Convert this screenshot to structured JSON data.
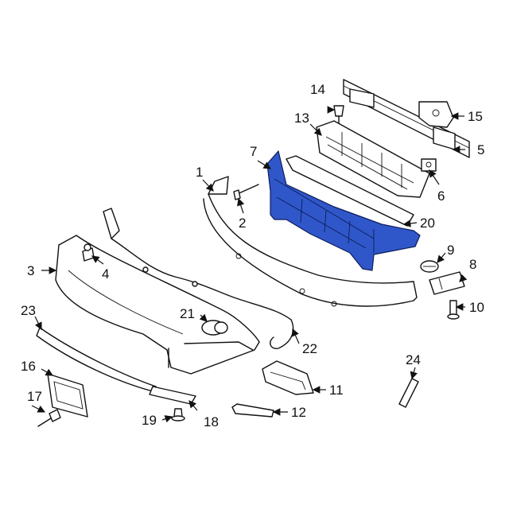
{
  "diagram": {
    "highlight_color": "#2f57c9",
    "callouts": [
      {
        "id": "c1",
        "label": "1"
      },
      {
        "id": "c2",
        "label": "2"
      },
      {
        "id": "c3",
        "label": "3"
      },
      {
        "id": "c4",
        "label": "4"
      },
      {
        "id": "c5",
        "label": "5"
      },
      {
        "id": "c6",
        "label": "6"
      },
      {
        "id": "c7",
        "label": "7"
      },
      {
        "id": "c8",
        "label": "8"
      },
      {
        "id": "c9",
        "label": "9"
      },
      {
        "id": "c10",
        "label": "10"
      },
      {
        "id": "c11",
        "label": "11"
      },
      {
        "id": "c12",
        "label": "12"
      },
      {
        "id": "c13",
        "label": "13"
      },
      {
        "id": "c14",
        "label": "14"
      },
      {
        "id": "c15",
        "label": "15"
      },
      {
        "id": "c16",
        "label": "16"
      },
      {
        "id": "c17",
        "label": "17"
      },
      {
        "id": "c18",
        "label": "18"
      },
      {
        "id": "c19",
        "label": "19"
      },
      {
        "id": "c20",
        "label": "20"
      },
      {
        "id": "c21",
        "label": "21"
      },
      {
        "id": "c22",
        "label": "22"
      },
      {
        "id": "c23",
        "label": "23"
      },
      {
        "id": "c24",
        "label": "24"
      }
    ]
  }
}
